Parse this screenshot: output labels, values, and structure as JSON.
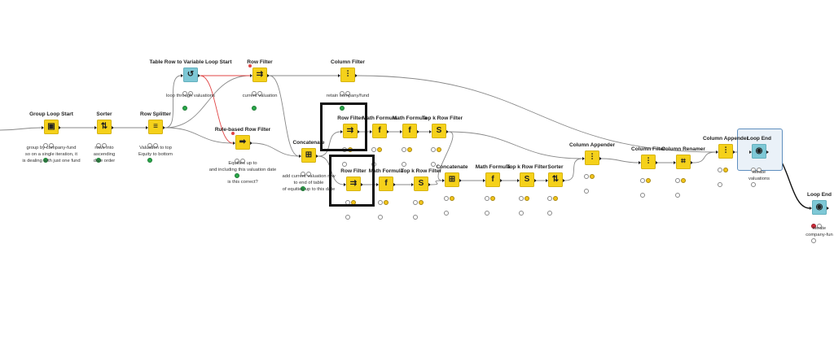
{
  "nodes": [
    {
      "id": "group-loop-start",
      "title": "Group Loop Start",
      "desc": "group by company-fund\nso on a single iteration, it\nis dealing with just one fund",
      "icon": "loop-start-icon",
      "glyph": "▣",
      "kind": "yellow",
      "status": [
        "off",
        "off",
        "green"
      ]
    },
    {
      "id": "sorter-1",
      "title": "Sorter",
      "desc": "rows into\nascending\ndate order",
      "icon": "sort-icon",
      "glyph": "⇅",
      "kind": "yellow",
      "status": [
        "off",
        "off",
        "green"
      ]
    },
    {
      "id": "row-splitter",
      "title": "Row Splitter",
      "desc": "Valuation to top\nEquity to bottom",
      "icon": "row-split-icon",
      "glyph": "≡",
      "kind": "yellow",
      "status": [
        "off",
        "off",
        "green"
      ]
    },
    {
      "id": "table-row-to-variable-loop-start",
      "title": "Table Row to Variable Loop Start",
      "desc": "loop through valuations",
      "icon": "variable-loop-icon",
      "glyph": "↺",
      "kind": "teal",
      "status": [
        "off",
        "off",
        "green"
      ]
    },
    {
      "id": "row-filter-1",
      "title": "Row Filter",
      "desc": "current valuation",
      "icon": "filter-icon",
      "glyph": "⇉",
      "kind": "yellow",
      "status": [
        "off",
        "off",
        "green"
      ]
    },
    {
      "id": "rule-based-row-filter",
      "title": "Rule-based Row Filter",
      "desc": "Equities up to\nand including this valuation date\n\nis this correct?",
      "icon": "rule-filter-icon",
      "glyph": "➡",
      "kind": "yellow",
      "status": [
        "off",
        "off",
        "green"
      ]
    },
    {
      "id": "column-filter-1",
      "title": "Column Filter",
      "desc": "retain company/fund",
      "icon": "column-filter-icon",
      "glyph": "⫶",
      "kind": "yellow",
      "status": [
        "off",
        "off",
        "green"
      ]
    },
    {
      "id": "concatenate-1",
      "title": "Concatenate",
      "desc": "add current valuation row\nto end of table\nof equities up to this date",
      "icon": "concatenate-icon",
      "glyph": "⊞",
      "kind": "yellow",
      "status": [
        "off",
        "off",
        "green"
      ]
    },
    {
      "id": "row-filter-top",
      "title": "Row Filter",
      "desc": "",
      "icon": "filter-icon",
      "glyph": "⇉",
      "kind": "yellow",
      "status": [
        "off",
        "yellow",
        "off"
      ]
    },
    {
      "id": "math-formula-1",
      "title": "Math Formula",
      "desc": "",
      "icon": "math-icon",
      "glyph": "f",
      "kind": "yellow",
      "status": [
        "off",
        "yellow",
        "off"
      ]
    },
    {
      "id": "math-formula-2",
      "title": "Math Formula",
      "desc": "",
      "icon": "math-icon",
      "glyph": "f",
      "kind": "yellow",
      "status": [
        "off",
        "yellow",
        "off"
      ]
    },
    {
      "id": "top-k-row-filter-1",
      "title": "Top k Row Filter",
      "desc": "",
      "icon": "topk-icon",
      "glyph": "S",
      "kind": "yellow",
      "status": [
        "off",
        "yellow",
        "off"
      ]
    },
    {
      "id": "row-filter-bottom",
      "title": "Row Filter",
      "desc": "",
      "icon": "filter-icon",
      "glyph": "⇉",
      "kind": "yellow",
      "status": [
        "off",
        "yellow",
        "off"
      ]
    },
    {
      "id": "math-formula-3",
      "title": "Math Formula",
      "desc": "",
      "icon": "math-icon",
      "glyph": "f",
      "kind": "yellow",
      "status": [
        "off",
        "yellow",
        "off"
      ]
    },
    {
      "id": "top-k-row-filter-2",
      "title": "Top k Row Filter",
      "desc": "",
      "icon": "topk-icon",
      "glyph": "S",
      "kind": "yellow",
      "status": [
        "off",
        "yellow",
        "off"
      ]
    },
    {
      "id": "concatenate-2",
      "title": "Concatenate",
      "desc": "",
      "icon": "concatenate-icon",
      "glyph": "⊞",
      "kind": "yellow",
      "status": [
        "off",
        "yellow",
        "off"
      ]
    },
    {
      "id": "math-formula-4",
      "title": "Math Formula",
      "desc": "",
      "icon": "math-icon",
      "glyph": "f",
      "kind": "yellow",
      "status": [
        "off",
        "yellow",
        "off"
      ]
    },
    {
      "id": "top-k-row-filter-3",
      "title": "Top k Row Filter",
      "desc": "",
      "icon": "topk-icon",
      "glyph": "S",
      "kind": "yellow",
      "status": [
        "off",
        "yellow",
        "off"
      ]
    },
    {
      "id": "sorter-2",
      "title": "Sorter",
      "desc": "",
      "icon": "sort-icon",
      "glyph": "⇅",
      "kind": "yellow",
      "status": [
        "off",
        "yellow",
        "off"
      ]
    },
    {
      "id": "column-appender-1",
      "title": "Column Appender",
      "desc": "",
      "icon": "column-appender-icon",
      "glyph": "⫶",
      "kind": "yellow",
      "status": [
        "off",
        "yellow",
        "off"
      ]
    },
    {
      "id": "column-filter-2",
      "title": "Column Filter",
      "desc": "",
      "icon": "column-filter-icon",
      "glyph": "⫶",
      "kind": "yellow",
      "status": [
        "off",
        "yellow",
        "off"
      ]
    },
    {
      "id": "column-renamer",
      "title": "Column Renamer",
      "desc": "",
      "icon": "rename-icon",
      "glyph": "⌗",
      "kind": "yellow",
      "status": [
        "off",
        "yellow",
        "off"
      ]
    },
    {
      "id": "column-appender-2",
      "title": "Column Appender",
      "desc": "",
      "icon": "column-appender-icon",
      "glyph": "⫶",
      "kind": "yellow",
      "status": [
        "off",
        "yellow",
        "off"
      ]
    },
    {
      "id": "loop-end-1",
      "title": "Loop End",
      "desc": "iterate\nvaluations",
      "icon": "loop-end-icon",
      "glyph": "◉",
      "kind": "teal",
      "status": [
        "off",
        "off",
        "off"
      ]
    },
    {
      "id": "loop-end-2",
      "title": "Loop End",
      "desc": "iterate\ncompany-fun",
      "icon": "loop-end-icon",
      "glyph": "◉",
      "kind": "teal",
      "status": [
        "red",
        "off",
        "off"
      ]
    }
  ]
}
